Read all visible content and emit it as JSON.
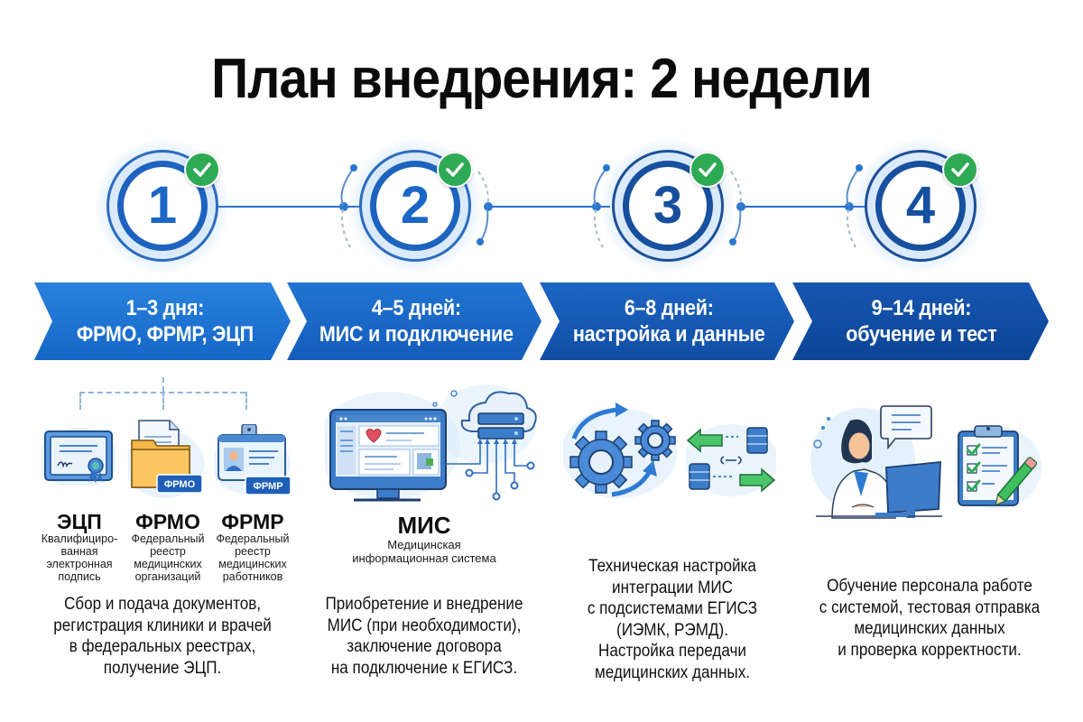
{
  "title": "План внедрения: 2 недели",
  "colors": {
    "primary_blue": "#1d6fd0",
    "dark_blue": "#0d4a9c",
    "check_green": "#2eaa55",
    "text": "#111111"
  },
  "steps": [
    {
      "number": "1",
      "status": "completed",
      "status_icon": "check-icon"
    },
    {
      "number": "2",
      "status": "completed",
      "status_icon": "check-icon"
    },
    {
      "number": "3",
      "status": "completed",
      "status_icon": "check-icon"
    },
    {
      "number": "4",
      "status": "completed",
      "status_icon": "check-icon"
    }
  ],
  "phases": [
    {
      "period": "1–3 дня:",
      "title": "ФРМО, ФРМР, ЭЦП",
      "color": "#1f74d4"
    },
    {
      "period": "4–5 дней:",
      "title": "МИС и подключение",
      "color": "#1a66c4"
    },
    {
      "period": "6–8 дней:",
      "title": "настройка и данные",
      "color": "#1558b2"
    },
    {
      "period": "9–14 дней:",
      "title": "обучение и тест",
      "color": "#0f4a9f"
    }
  ],
  "stage1": {
    "items": [
      {
        "icon": "certificate-icon",
        "label": "ЭЦП",
        "sublabel": [
          "Квалифициро-",
          "ванная",
          "электронная",
          "подпись"
        ]
      },
      {
        "icon": "folder-document-icon",
        "badge": "ФРМО",
        "label": "ФРМО",
        "sublabel": [
          "Федеральный",
          "реестр",
          "медицинских",
          "организаций"
        ]
      },
      {
        "icon": "id-badge-icon",
        "badge": "ФРМР",
        "label": "ФРМР",
        "sublabel": [
          "Федеральный",
          "реестр",
          "медицинских",
          "работников"
        ]
      }
    ],
    "description": [
      "Сбор и подача документов,",
      "регистрация клиники и врачей",
      "в федеральных реестрах,",
      "получение ЭЦП."
    ]
  },
  "stage2": {
    "icon": "monitor-cloud-server-icon",
    "label": "МИС",
    "sublabel": [
      "Медицинская",
      "информационная система"
    ],
    "description": [
      "Приобретение и внедрение",
      "МИС (при необходимости),",
      "заключение договора",
      "на подключение к ЕГИСЗ."
    ]
  },
  "stage3": {
    "icons": [
      "gears-icon",
      "database-exchange-icon"
    ],
    "description": [
      "Техническая настройка",
      "интеграции МИС",
      "с подсистемами ЕГИСЗ",
      "(ИЭМК, РЭМД).",
      "Настройка передачи",
      "медицинских данных."
    ]
  },
  "stage4": {
    "icons": [
      "doctor-at-computer-icon",
      "checklist-clipboard-icon"
    ],
    "description": [
      "Обучение персонала работе",
      "с системой, тестовая отправка",
      "медицинских данных",
      "и проверка корректности."
    ]
  }
}
